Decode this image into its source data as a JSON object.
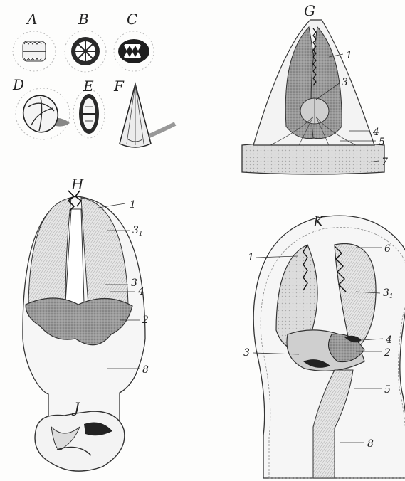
{
  "panels": {
    "A": "A",
    "B": "B",
    "C": "C",
    "D": "D",
    "E": "E",
    "F": "F",
    "G": "G",
    "H": "H",
    "J": "J",
    "K": "K"
  },
  "labels": {
    "one": "1",
    "two": "2",
    "three": "3",
    "three_base": "3",
    "three_sub": "1",
    "four": "4",
    "five": "5",
    "six": "6",
    "seven": "7",
    "eight": "8"
  },
  "colors": {
    "ink": "#2a2a2a",
    "muscle": "#8a8a8a",
    "shading": "#b8b8b8",
    "dark": "#1e1e1e"
  }
}
